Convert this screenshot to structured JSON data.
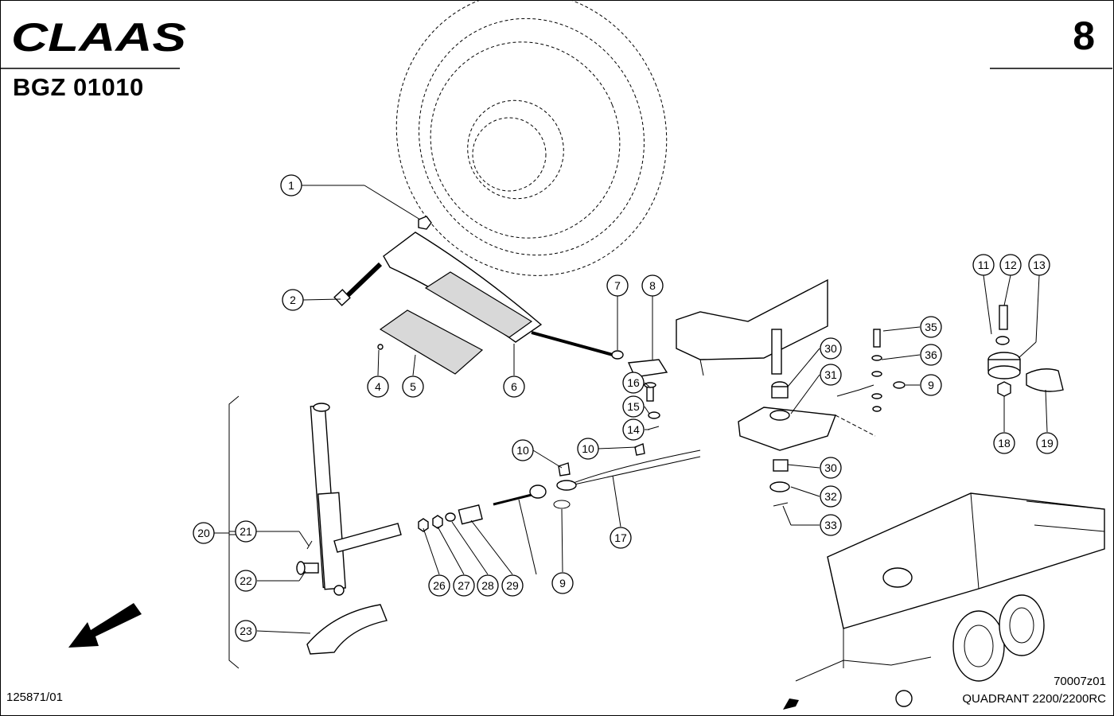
{
  "header": {
    "brand": "CLAAS",
    "code": "BGZ 01010",
    "page_number": "8"
  },
  "footer": {
    "drawing_ref": "125871/01",
    "image_ref": "70007z01",
    "model": "QUADRANT 2200/2200RC"
  },
  "callouts": [
    "1",
    "2",
    "4",
    "5",
    "6",
    "7",
    "8",
    "16",
    "15",
    "14",
    "10",
    "10",
    "9",
    "17",
    "20",
    "21",
    "22",
    "23",
    "26",
    "27",
    "28",
    "29",
    "30",
    "31",
    "30",
    "32",
    "33",
    "35",
    "36",
    "9",
    "11",
    "12",
    "13",
    "18",
    "19"
  ]
}
